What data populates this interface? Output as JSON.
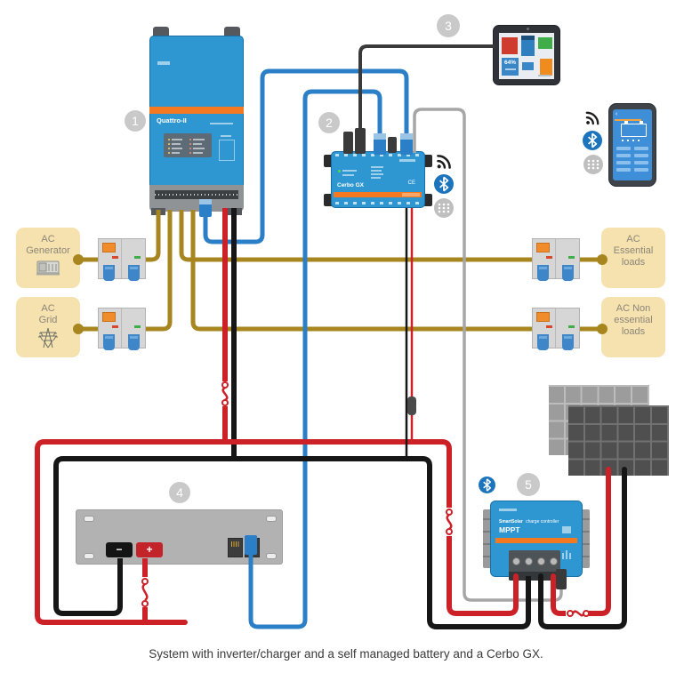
{
  "caption": "System with inverter/charger and a self managed battery and a Cerbo GX.",
  "callouts": {
    "inverter": "1",
    "cerbo": "2",
    "display": "3",
    "battery": "4",
    "mppt": "5"
  },
  "boxes": {
    "generator": {
      "lines": [
        "AC",
        "Generator"
      ]
    },
    "grid": {
      "lines": [
        "AC",
        "Grid"
      ]
    },
    "essential": {
      "lines": [
        "AC",
        "Essential",
        "loads"
      ]
    },
    "non_essential": {
      "lines": [
        "AC Non",
        "essential",
        "loads"
      ]
    }
  },
  "devices": {
    "inverter": {
      "model": "Quattro-II"
    },
    "cerbo": {
      "model": "Cerbo GX",
      "ce_mark": "CE"
    },
    "gx_touch": {
      "battery_soc": "64%"
    },
    "battery": {
      "minus_label": "−",
      "plus_label": "+"
    },
    "mppt": {
      "brand": "SmartSolar",
      "subtitle": "charge controller",
      "model": "MPPT"
    }
  },
  "colors": {
    "victron_blue": "#2e96d1",
    "victron_orange": "#f47920",
    "ac_wire": "#a8861f",
    "dc_positive": "#cc2127",
    "dc_negative": "#161616",
    "data_cable_blue": "#2b7fc7",
    "ve_direct_gray": "#a6a6a6",
    "callout_gray": "#c9c9c9",
    "box_tan": "#f5e2ae",
    "box_text": "#8d867a",
    "bluetooth_blue": "#1b74bc"
  }
}
